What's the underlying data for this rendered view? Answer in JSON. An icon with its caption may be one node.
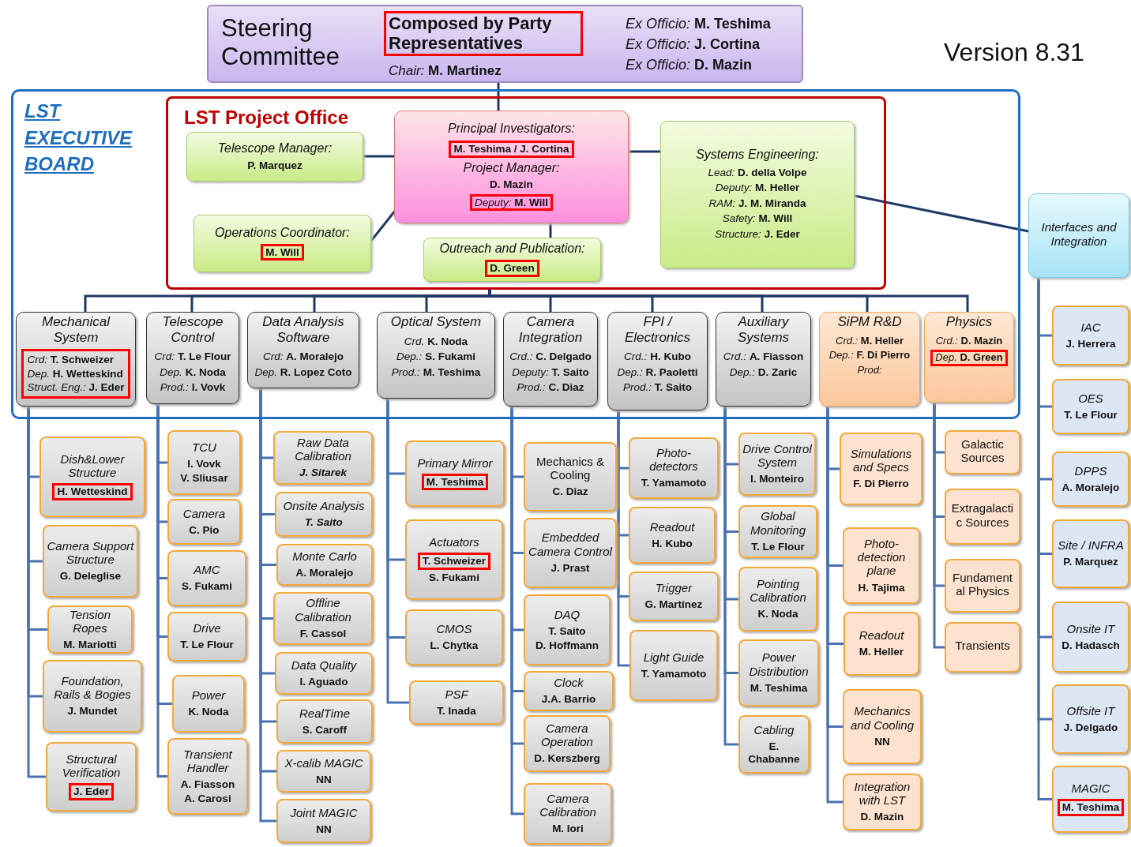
{
  "diagram": {
    "nodes": [
      {
        "text": [
          "Steering Committee",
          "Composed by Party Representatives",
          "*Chair:* **M. Martinez**",
          "*Ex Officio:* **M. Teshima**",
          "*Ex Officio:* **J. Cortina**",
          "*Ex Officio:* **D. Mazin**"
        ]
      },
      {
        "text": [
          "LST EXECUTIVE BOARD"
        ]
      },
      {
        "text": [
          "LST Project Office"
        ],
        "in": 1
      },
      {
        "text": [
          "Telescope Manager:",
          "P. Marquez"
        ],
        "in": 2
      },
      {
        "text": [
          "Principal Investigators:",
          "M. Teshima / J. Cortina",
          "Project Manager:",
          "D. Mazin",
          "*Deputy:* **M. Will**"
        ],
        "in": 2
      },
      {
        "text": [
          "Systems Engineering:",
          "*Lead:* **D. della Volpe**",
          "*Deputy:* **M. Heller**",
          "*RAM:* **J. M. Miranda**",
          "*Safety:* **M. Will**",
          "*Structure:* **J. Eder**"
        ],
        "in": 2
      },
      {
        "text": [
          "Operations Coordinator:",
          "M. Will"
        ],
        "in": 2
      },
      {
        "text": [
          "Outreach and Publication:",
          "D. Green"
        ],
        "in": 2
      },
      {
        "text": [
          "Interfaces and Integration"
        ]
      },
      {
        "text": [
          "Mechanical System",
          "*Crd:* **T. Schweizer**",
          "*Dep.* **H. Wetteskind**",
          "*Struct. Eng.:* **J. Eder**"
        ],
        "in": 1
      },
      {
        "text": [
          "Telescope Control",
          "*Crd:* **T. Le Flour**",
          "*Dep.* **K. Noda**",
          "*Prod.:* **I. Vovk**"
        ],
        "in": 1
      },
      {
        "text": [
          "Data Analysis Software",
          "*Crd:* **A. Moralejo**",
          "*Dep.* **R. Lopez Coto**"
        ],
        "in": 1
      },
      {
        "text": [
          "Optical System",
          "*Crd.* **K. Noda**",
          "*Dep.:* **S. Fukami**",
          "*Prod.:* **M. Teshima**"
        ],
        "in": 1
      },
      {
        "text": [
          "Camera Integration",
          "*Crd.:* **C. Delgado**",
          "*Deputy:* **T. Saito**",
          "*Prod.:* **C. Diaz**"
        ],
        "in": 1
      },
      {
        "text": [
          "FPI / Electronics",
          "*Crd.:* **H. Kubo**",
          "*Dep.:* **R. Paoletti**",
          "*Prod.:* **T. Saito**"
        ],
        "in": 1
      },
      {
        "text": [
          "Auxiliary Systems",
          "*Crd.:* **A. Fiasson**",
          "*Dep.:* **D. Zaric**"
        ],
        "in": 1
      },
      {
        "text": [
          "SiPM R&D",
          "*Crd.:* **M. Heller**",
          "*Dep.:* **F. Di Pierro**",
          "Prod:"
        ],
        "in": 1
      },
      {
        "text": [
          "Physics",
          "*Crd.:* **D. Mazin**",
          "*Dep.* **D. Green**"
        ],
        "in": 1
      },
      {
        "text": [
          "Dish&Lower Structure",
          "H. Wetteskind"
        ]
      },
      {
        "text": [
          "Camera Support Structure",
          "G. Deleglise"
        ]
      },
      {
        "text": [
          "Tension Ropes",
          "M. Mariotti"
        ]
      },
      {
        "text": [
          "Foundation, Rails & Bogies",
          "J. Mundet"
        ]
      },
      {
        "text": [
          "Structural Verification",
          "J. Eder"
        ]
      },
      {
        "text": [
          "TCU",
          "I. Vovk",
          "V. Sliusar"
        ]
      },
      {
        "text": [
          "Camera",
          "C. Pio"
        ]
      },
      {
        "text": [
          "AMC",
          "S. Fukami"
        ]
      },
      {
        "text": [
          "Drive",
          "T. Le Flour"
        ]
      },
      {
        "text": [
          "Power",
          "K. Noda"
        ]
      },
      {
        "text": [
          "Transient Handler",
          "A. Fiasson",
          "A. Carosi"
        ]
      },
      {
        "text": [
          "Raw Data Calibration",
          "J. Sitarek"
        ]
      },
      {
        "text": [
          "Onsite Analysis",
          "T. Saito"
        ]
      },
      {
        "text": [
          "Monte Carlo",
          "A. Moralejo"
        ]
      },
      {
        "text": [
          "Offline Calibration",
          "F. Cassol"
        ]
      },
      {
        "text": [
          "Data Quality",
          "I. Aguado"
        ]
      },
      {
        "text": [
          "RealTime",
          "S. Caroff"
        ]
      },
      {
        "text": [
          "X-calib MAGIC",
          "NN"
        ]
      },
      {
        "text": [
          "Joint MAGIC",
          "NN"
        ]
      },
      {
        "text": [
          "Primary Mirror",
          "M. Teshima"
        ]
      },
      {
        "text": [
          "Actuators",
          "T. Schweizer",
          "S. Fukami"
        ]
      },
      {
        "text": [
          "CMOS",
          "L. Chytka"
        ]
      },
      {
        "text": [
          "PSF",
          "T. Inada"
        ]
      },
      {
        "text": [
          "Mechanics & Cooling",
          "C. Diaz"
        ]
      },
      {
        "text": [
          "Embedded Camera Control",
          "J. Prast"
        ]
      },
      {
        "text": [
          "DAQ",
          "T. Saito",
          "D. Hoffmann"
        ]
      },
      {
        "text": [
          "Clock",
          "J.A. Barrio"
        ]
      },
      {
        "text": [
          "Camera Operation",
          "D. Kerszberg"
        ]
      },
      {
        "text": [
          "Camera Calibration",
          "M. Iori"
        ]
      },
      {
        "text": [
          "Photo- detectors",
          "T. Yamamoto"
        ]
      },
      {
        "text": [
          "Readout",
          "H. Kubo"
        ]
      },
      {
        "text": [
          "Trigger",
          "G. Martínez"
        ]
      },
      {
        "text": [
          "Light Guide",
          "T. Yamamoto"
        ]
      },
      {
        "text": [
          "Drive Control System",
          "I. Monteiro"
        ]
      },
      {
        "text": [
          "Global Monitoring",
          "T. Le Flour"
        ]
      },
      {
        "text": [
          "Pointing Calibration",
          "K. Noda"
        ]
      },
      {
        "text": [
          "Power Distribution",
          "M. Teshima"
        ]
      },
      {
        "text": [
          "Cabling",
          "E. Chabanne"
        ]
      },
      {
        "text": [
          "Simulations and Specs",
          "F. Di Pierro"
        ]
      },
      {
        "text": [
          "Photo- detection plane",
          "H. Tajima"
        ]
      },
      {
        "text": [
          "Readout",
          "M. Heller"
        ]
      },
      {
        "text": [
          "Mechanics and Cooling",
          "NN"
        ]
      },
      {
        "text": [
          "Integration with LST",
          "D. Mazin"
        ]
      },
      {
        "text": [
          "Galactic Sources"
        ]
      },
      {
        "text": [
          "Extragalacti c Sources"
        ]
      },
      {
        "text": [
          "Fundament al Physics"
        ]
      },
      {
        "text": [
          "Transients"
        ]
      },
      {
        "text": [
          "IAC",
          "J. Herrera"
        ]
      },
      {
        "text": [
          "OES",
          "T. Le Flour"
        ]
      },
      {
        "text": [
          "DPPS",
          "A. Moralejo"
        ]
      },
      {
        "text": [
          "Site / INFRA",
          "P. Marquez"
        ]
      },
      {
        "text": [
          "Onsite IT",
          "D. Hadasch"
        ]
      },
      {
        "text": [
          "Offsite IT",
          "J. Delgado"
        ]
      },
      {
        "text": [
          "MAGIC",
          "M. Teshima"
        ]
      }
    ],
    "edges": [
      {
        "from": 0,
        "to": 4,
        "arrow": "none",
        "color": "#1f3864"
      },
      {
        "from": 3,
        "to": 4,
        "arrow": "none",
        "color": "#1f3864"
      },
      {
        "from": 6,
        "to": 4,
        "arrow": "none",
        "color": "#1f3864"
      },
      {
        "from": 4,
        "to": 7,
        "arrow": "none",
        "color": "#1f3864"
      },
      {
        "from": 4,
        "to": 5,
        "arrow": "none",
        "color": "#1f3864"
      },
      {
        "from": 5,
        "to": 8,
        "arrow": "none",
        "color": "#1f3864"
      },
      {
        "from": 2,
        "to": 9,
        "arrow": "none",
        "color": "#1f3864"
      },
      {
        "from": 2,
        "to": 10,
        "arrow": "none",
        "color": "#1f3864"
      },
      {
        "from": 2,
        "to": 11,
        "arrow": "none",
        "color": "#1f3864"
      },
      {
        "from": 2,
        "to": 12,
        "arrow": "none",
        "color": "#1f3864"
      },
      {
        "from": 2,
        "to": 13,
        "arrow": "none",
        "color": "#1f3864"
      },
      {
        "from": 2,
        "to": 14,
        "arrow": "none",
        "color": "#1f3864"
      },
      {
        "from": 2,
        "to": 15,
        "arrow": "none",
        "color": "#1f3864"
      },
      {
        "from": 2,
        "to": 16,
        "arrow": "none",
        "color": "#1f3864"
      },
      {
        "from": 2,
        "to": 17,
        "arrow": "none",
        "color": "#1f3864"
      },
      {
        "from": 9,
        "to": 18,
        "arrow": "none"
      },
      {
        "from": 9,
        "to": 19,
        "arrow": "none"
      },
      {
        "from": 9,
        "to": 20,
        "arrow": "none"
      },
      {
        "from": 9,
        "to": 21,
        "arrow": "none"
      },
      {
        "from": 9,
        "to": 22,
        "arrow": "none"
      },
      {
        "from": 10,
        "to": 23,
        "arrow": "none"
      },
      {
        "from": 10,
        "to": 24,
        "arrow": "none"
      },
      {
        "from": 10,
        "to": 25,
        "arrow": "none"
      },
      {
        "from": 10,
        "to": 26,
        "arrow": "none"
      },
      {
        "from": 10,
        "to": 27,
        "arrow": "none"
      },
      {
        "from": 10,
        "to": 28,
        "arrow": "none"
      },
      {
        "from": 11,
        "to": 29,
        "arrow": "none"
      },
      {
        "from": 11,
        "to": 30,
        "arrow": "none"
      },
      {
        "from": 11,
        "to": 31,
        "arrow": "none"
      },
      {
        "from": 11,
        "to": 32,
        "arrow": "none"
      },
      {
        "from": 11,
        "to": 33,
        "arrow": "none"
      },
      {
        "from": 11,
        "to": 34,
        "arrow": "none"
      },
      {
        "from": 11,
        "to": 35,
        "arrow": "none"
      },
      {
        "from": 11,
        "to": 36,
        "arrow": "none"
      },
      {
        "from": 12,
        "to": 37,
        "arrow": "none"
      },
      {
        "from": 12,
        "to": 38,
        "arrow": "none"
      },
      {
        "from": 12,
        "to": 39,
        "arrow": "none"
      },
      {
        "from": 12,
        "to": 40,
        "arrow": "none"
      },
      {
        "from": 13,
        "to": 41,
        "arrow": "none"
      },
      {
        "from": 13,
        "to": 42,
        "arrow": "none"
      },
      {
        "from": 13,
        "to": 43,
        "arrow": "none"
      },
      {
        "from": 13,
        "to": 44,
        "arrow": "none"
      },
      {
        "from": 13,
        "to": 45,
        "arrow": "none"
      },
      {
        "from": 13,
        "to": 46,
        "arrow": "none"
      },
      {
        "from": 14,
        "to": 47,
        "arrow": "none"
      },
      {
        "from": 14,
        "to": 48,
        "arrow": "none"
      },
      {
        "from": 14,
        "to": 49,
        "arrow": "none"
      },
      {
        "from": 14,
        "to": 50,
        "arrow": "none"
      },
      {
        "from": 15,
        "to": 51,
        "arrow": "none"
      },
      {
        "from": 15,
        "to": 52,
        "arrow": "none"
      },
      {
        "from": 15,
        "to": 53,
        "arrow": "none"
      },
      {
        "from": 15,
        "to": 54,
        "arrow": "none"
      },
      {
        "from": 15,
        "to": 55,
        "arrow": "none"
      },
      {
        "from": 16,
        "to": 56,
        "arrow": "none"
      },
      {
        "from": 16,
        "to": 57,
        "arrow": "none"
      },
      {
        "from": 16,
        "to": 58,
        "arrow": "none"
      },
      {
        "from": 16,
        "to": 59,
        "arrow": "none"
      },
      {
        "from": 16,
        "to": 60,
        "arrow": "none"
      },
      {
        "from": 17,
        "to": 61,
        "arrow": "none"
      },
      {
        "from": 17,
        "to": 62,
        "arrow": "none"
      },
      {
        "from": 17,
        "to": 63,
        "arrow": "none"
      },
      {
        "from": 17,
        "to": 64,
        "arrow": "none"
      },
      {
        "from": 8,
        "to": 65,
        "arrow": "none"
      },
      {
        "from": 8,
        "to": 66,
        "arrow": "none"
      },
      {
        "from": 8,
        "to": 67,
        "arrow": "none"
      },
      {
        "from": 8,
        "to": 68,
        "arrow": "none"
      },
      {
        "from": 8,
        "to": 69,
        "arrow": "none"
      },
      {
        "from": 8,
        "to": 70,
        "arrow": "none"
      },
      {
        "from": 8,
        "to": 71,
        "arrow": "none"
      }
    ],
    "labels": [
      "Version 8.31"
    ]
  }
}
